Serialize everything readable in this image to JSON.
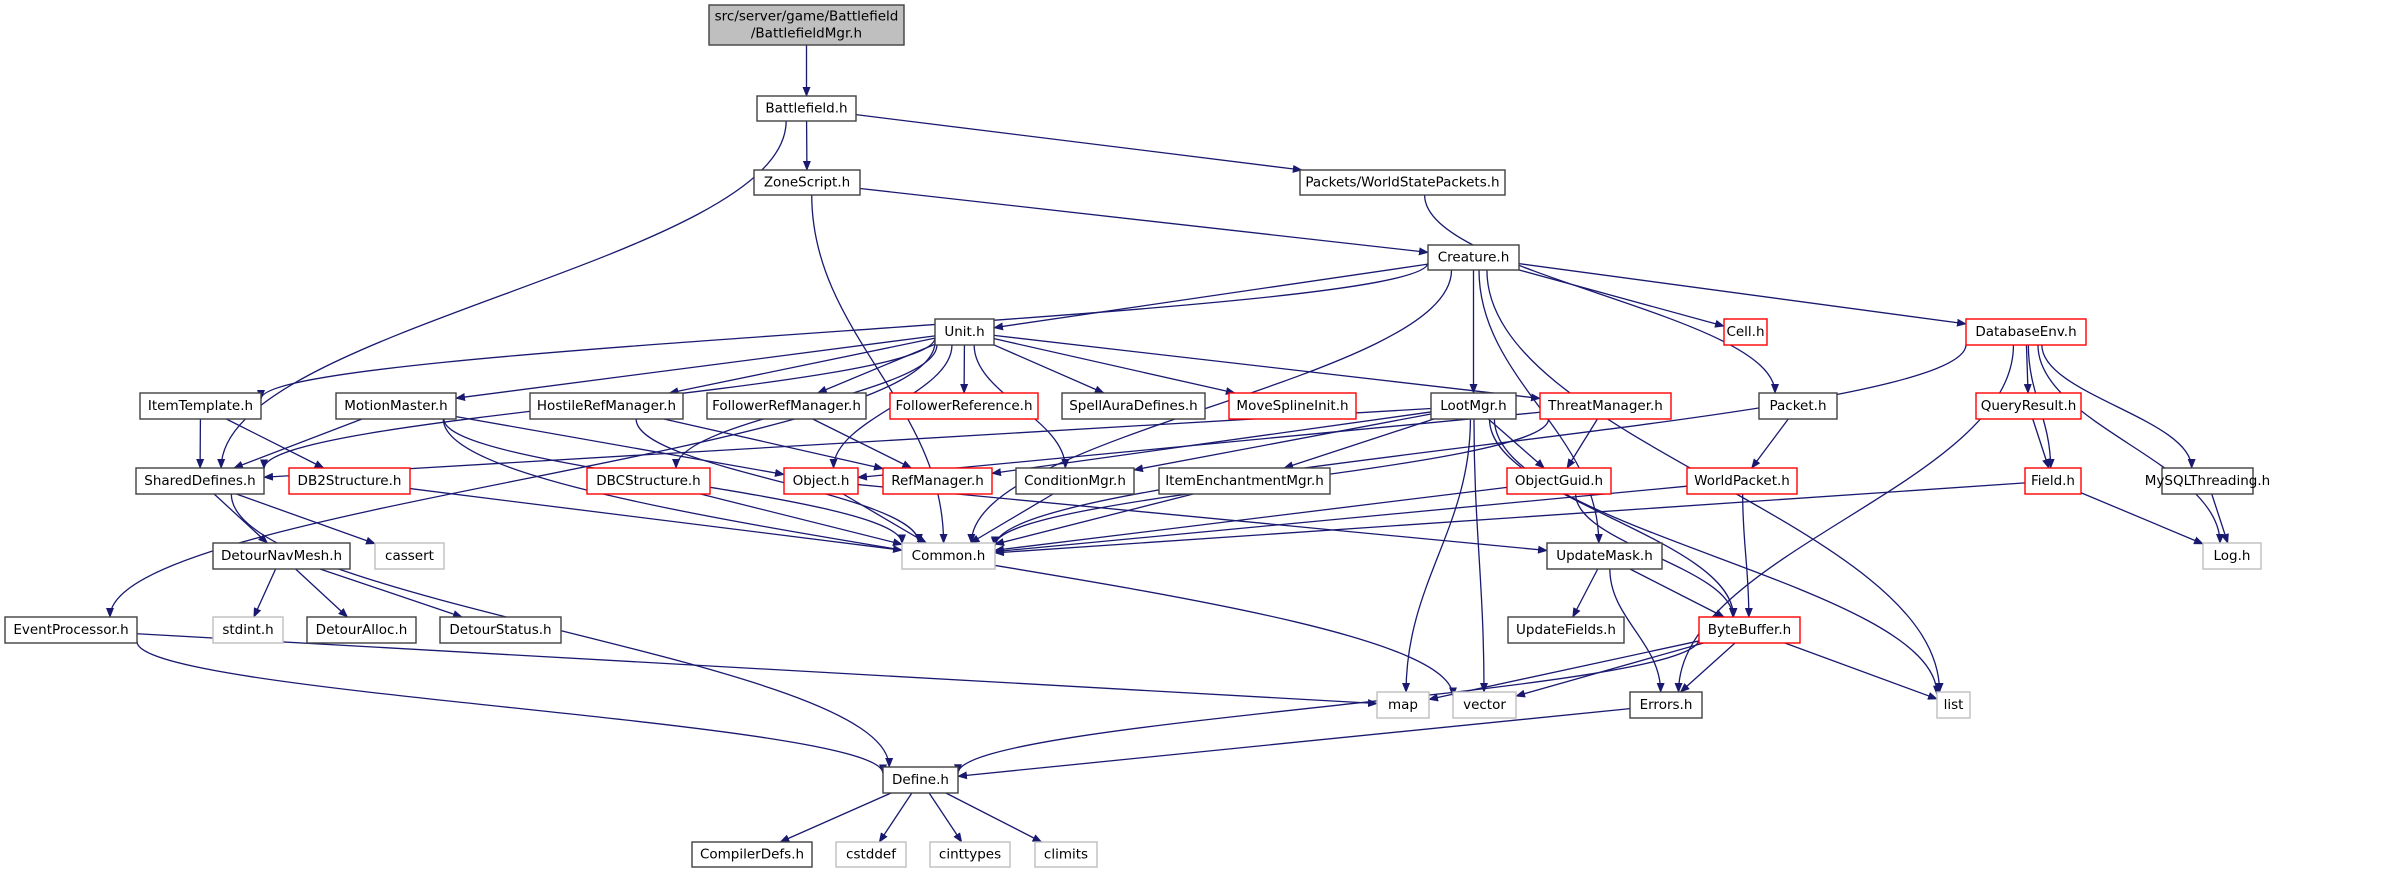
{
  "title": "src/server/game/Battlefield/BattlefieldMgr.h include dependency graph",
  "colors": {
    "root_fill": "#bfbfbf",
    "root_border": "#404040",
    "documented_border": "#404040",
    "truncated_border": "#ff0000",
    "external_border": "#bfbfbf",
    "edge": "#191970"
  },
  "legend": {
    "root": "file being documented (gray fill)",
    "documented": "black border",
    "truncated": "red border — has more includes not shown",
    "external": "gray border — external / system header"
  },
  "nodes": [
    {
      "id": "root",
      "label": [
        "src/server/game/Battlefield",
        "/BattlefieldMgr.h"
      ],
      "kind": "root"
    },
    {
      "id": "battlefield",
      "label": [
        "Battlefield.h"
      ],
      "kind": "documented"
    },
    {
      "id": "zonescript",
      "label": [
        "ZoneScript.h"
      ],
      "kind": "documented"
    },
    {
      "id": "wsp",
      "label": [
        "Packets/WorldStatePackets.h"
      ],
      "kind": "documented"
    },
    {
      "id": "creature",
      "label": [
        "Creature.h"
      ],
      "kind": "documented"
    },
    {
      "id": "unit",
      "label": [
        "Unit.h"
      ],
      "kind": "documented"
    },
    {
      "id": "cell",
      "label": [
        "Cell.h"
      ],
      "kind": "truncated"
    },
    {
      "id": "dbenv",
      "label": [
        "DatabaseEnv.h"
      ],
      "kind": "truncated"
    },
    {
      "id": "itemtemplate",
      "label": [
        "ItemTemplate.h"
      ],
      "kind": "documented"
    },
    {
      "id": "motionmaster",
      "label": [
        "MotionMaster.h"
      ],
      "kind": "documented"
    },
    {
      "id": "hostileref",
      "label": [
        "HostileRefManager.h"
      ],
      "kind": "documented"
    },
    {
      "id": "followerrefmgr",
      "label": [
        "FollowerRefManager.h"
      ],
      "kind": "documented"
    },
    {
      "id": "followerref",
      "label": [
        "FollowerReference.h"
      ],
      "kind": "truncated"
    },
    {
      "id": "spellaura",
      "label": [
        "SpellAuraDefines.h"
      ],
      "kind": "documented"
    },
    {
      "id": "movespline",
      "label": [
        "MoveSplineInit.h"
      ],
      "kind": "truncated"
    },
    {
      "id": "lootmgr",
      "label": [
        "LootMgr.h"
      ],
      "kind": "documented"
    },
    {
      "id": "threatmgr",
      "label": [
        "ThreatManager.h"
      ],
      "kind": "truncated"
    },
    {
      "id": "packet",
      "label": [
        "Packet.h"
      ],
      "kind": "documented"
    },
    {
      "id": "queryresult",
      "label": [
        "QueryResult.h"
      ],
      "kind": "truncated"
    },
    {
      "id": "shareddefines",
      "label": [
        "SharedDefines.h"
      ],
      "kind": "documented"
    },
    {
      "id": "db2structure",
      "label": [
        "DB2Structure.h"
      ],
      "kind": "truncated"
    },
    {
      "id": "dbcstructure",
      "label": [
        "DBCStructure.h"
      ],
      "kind": "truncated"
    },
    {
      "id": "object",
      "label": [
        "Object.h"
      ],
      "kind": "truncated"
    },
    {
      "id": "refmanager",
      "label": [
        "RefManager.h"
      ],
      "kind": "truncated"
    },
    {
      "id": "conditionmgr",
      "label": [
        "ConditionMgr.h"
      ],
      "kind": "documented"
    },
    {
      "id": "itemenchant",
      "label": [
        "ItemEnchantmentMgr.h"
      ],
      "kind": "documented"
    },
    {
      "id": "objectguid",
      "label": [
        "ObjectGuid.h"
      ],
      "kind": "truncated"
    },
    {
      "id": "worldpacket",
      "label": [
        "WorldPacket.h"
      ],
      "kind": "truncated"
    },
    {
      "id": "field",
      "label": [
        "Field.h"
      ],
      "kind": "truncated"
    },
    {
      "id": "mysqlthreading",
      "label": [
        "MySQLThreading.h"
      ],
      "kind": "documented"
    },
    {
      "id": "detournavmesh",
      "label": [
        "DetourNavMesh.h"
      ],
      "kind": "documented"
    },
    {
      "id": "cassert",
      "label": [
        "cassert"
      ],
      "kind": "external"
    },
    {
      "id": "common",
      "label": [
        "Common.h"
      ],
      "kind": "external"
    },
    {
      "id": "updatemask",
      "label": [
        "UpdateMask.h"
      ],
      "kind": "documented"
    },
    {
      "id": "log",
      "label": [
        "Log.h"
      ],
      "kind": "external"
    },
    {
      "id": "eventprocessor",
      "label": [
        "EventProcessor.h"
      ],
      "kind": "documented"
    },
    {
      "id": "stdint",
      "label": [
        "stdint.h"
      ],
      "kind": "external"
    },
    {
      "id": "detouralloc",
      "label": [
        "DetourAlloc.h"
      ],
      "kind": "documented"
    },
    {
      "id": "detourstatus",
      "label": [
        "DetourStatus.h"
      ],
      "kind": "documented"
    },
    {
      "id": "updatefields",
      "label": [
        "UpdateFields.h"
      ],
      "kind": "documented"
    },
    {
      "id": "bytebuffer",
      "label": [
        "ByteBuffer.h"
      ],
      "kind": "truncated"
    },
    {
      "id": "map",
      "label": [
        "map"
      ],
      "kind": "external"
    },
    {
      "id": "vector",
      "label": [
        "vector"
      ],
      "kind": "external"
    },
    {
      "id": "errors",
      "label": [
        "Errors.h"
      ],
      "kind": "documented"
    },
    {
      "id": "list",
      "label": [
        "list"
      ],
      "kind": "external"
    },
    {
      "id": "define",
      "label": [
        "Define.h"
      ],
      "kind": "documented"
    },
    {
      "id": "compilerdefs",
      "label": [
        "CompilerDefs.h"
      ],
      "kind": "documented"
    },
    {
      "id": "cstddef",
      "label": [
        "cstddef"
      ],
      "kind": "external"
    },
    {
      "id": "cinttypes",
      "label": [
        "cinttypes"
      ],
      "kind": "external"
    },
    {
      "id": "climits",
      "label": [
        "climits"
      ],
      "kind": "external"
    }
  ],
  "edges": [
    [
      "root",
      "battlefield"
    ],
    [
      "battlefield",
      "zonescript"
    ],
    [
      "battlefield",
      "wsp"
    ],
    [
      "battlefield",
      "shareddefines"
    ],
    [
      "zonescript",
      "creature"
    ],
    [
      "zonescript",
      "common"
    ],
    [
      "wsp",
      "packet"
    ],
    [
      "creature",
      "unit"
    ],
    [
      "creature",
      "itemtemplate"
    ],
    [
      "creature",
      "cell"
    ],
    [
      "creature",
      "dbenv"
    ],
    [
      "creature",
      "lootmgr"
    ],
    [
      "creature",
      "updatemask"
    ],
    [
      "creature",
      "common"
    ],
    [
      "creature",
      "list"
    ],
    [
      "unit",
      "motionmaster"
    ],
    [
      "unit",
      "hostileref"
    ],
    [
      "unit",
      "followerrefmgr"
    ],
    [
      "unit",
      "followerref"
    ],
    [
      "unit",
      "spellaura"
    ],
    [
      "unit",
      "movespline"
    ],
    [
      "unit",
      "threatmgr"
    ],
    [
      "unit",
      "eventprocessor"
    ],
    [
      "unit",
      "dbcstructure"
    ],
    [
      "unit",
      "shareddefines"
    ],
    [
      "unit",
      "conditionmgr"
    ],
    [
      "unit",
      "object"
    ],
    [
      "itemtemplate",
      "shareddefines"
    ],
    [
      "itemtemplate",
      "db2structure"
    ],
    [
      "motionmaster",
      "shareddefines"
    ],
    [
      "motionmaster",
      "object"
    ],
    [
      "motionmaster",
      "common"
    ],
    [
      "motionmaster",
      "vector"
    ],
    [
      "hostileref",
      "refmanager"
    ],
    [
      "hostileref",
      "common"
    ],
    [
      "followerrefmgr",
      "refmanager"
    ],
    [
      "lootmgr",
      "shareddefines"
    ],
    [
      "lootmgr",
      "refmanager"
    ],
    [
      "lootmgr",
      "conditionmgr"
    ],
    [
      "lootmgr",
      "itemenchant"
    ],
    [
      "lootmgr",
      "objectguid"
    ],
    [
      "lootmgr",
      "bytebuffer"
    ],
    [
      "lootmgr",
      "map"
    ],
    [
      "lootmgr",
      "vector"
    ],
    [
      "lootmgr",
      "list"
    ],
    [
      "threatmgr",
      "objectguid"
    ],
    [
      "threatmgr",
      "common"
    ],
    [
      "threatmgr",
      "object"
    ],
    [
      "packet",
      "worldpacket"
    ],
    [
      "dbenv",
      "queryresult"
    ],
    [
      "dbenv",
      "field"
    ],
    [
      "dbenv",
      "mysqlthreading"
    ],
    [
      "dbenv",
      "log"
    ],
    [
      "dbenv",
      "common"
    ],
    [
      "dbenv",
      "errors"
    ],
    [
      "queryresult",
      "field"
    ],
    [
      "shareddefines",
      "detournavmesh"
    ],
    [
      "shareddefines",
      "cassert"
    ],
    [
      "shareddefines",
      "define"
    ],
    [
      "db2structure",
      "common"
    ],
    [
      "dbcstructure",
      "common"
    ],
    [
      "object",
      "common"
    ],
    [
      "object",
      "updatemask"
    ],
    [
      "conditionmgr",
      "common"
    ],
    [
      "itemenchant",
      "common"
    ],
    [
      "objectguid",
      "common"
    ],
    [
      "objectguid",
      "bytebuffer"
    ],
    [
      "worldpacket",
      "bytebuffer"
    ],
    [
      "worldpacket",
      "common"
    ],
    [
      "field",
      "log"
    ],
    [
      "field",
      "common"
    ],
    [
      "mysqlthreading",
      "log"
    ],
    [
      "detournavmesh",
      "stdint"
    ],
    [
      "detournavmesh",
      "detouralloc"
    ],
    [
      "detournavmesh",
      "detourstatus"
    ],
    [
      "updatemask",
      "updatefields"
    ],
    [
      "updatemask",
      "bytebuffer"
    ],
    [
      "updatemask",
      "errors"
    ],
    [
      "eventprocessor",
      "map"
    ],
    [
      "eventprocessor",
      "define"
    ],
    [
      "bytebuffer",
      "map"
    ],
    [
      "bytebuffer",
      "vector"
    ],
    [
      "bytebuffer",
      "errors"
    ],
    [
      "bytebuffer",
      "list"
    ],
    [
      "bytebuffer",
      "define"
    ],
    [
      "errors",
      "define"
    ],
    [
      "define",
      "compilerdefs"
    ],
    [
      "define",
      "cstddef"
    ],
    [
      "define",
      "cinttypes"
    ],
    [
      "define",
      "climits"
    ]
  ]
}
